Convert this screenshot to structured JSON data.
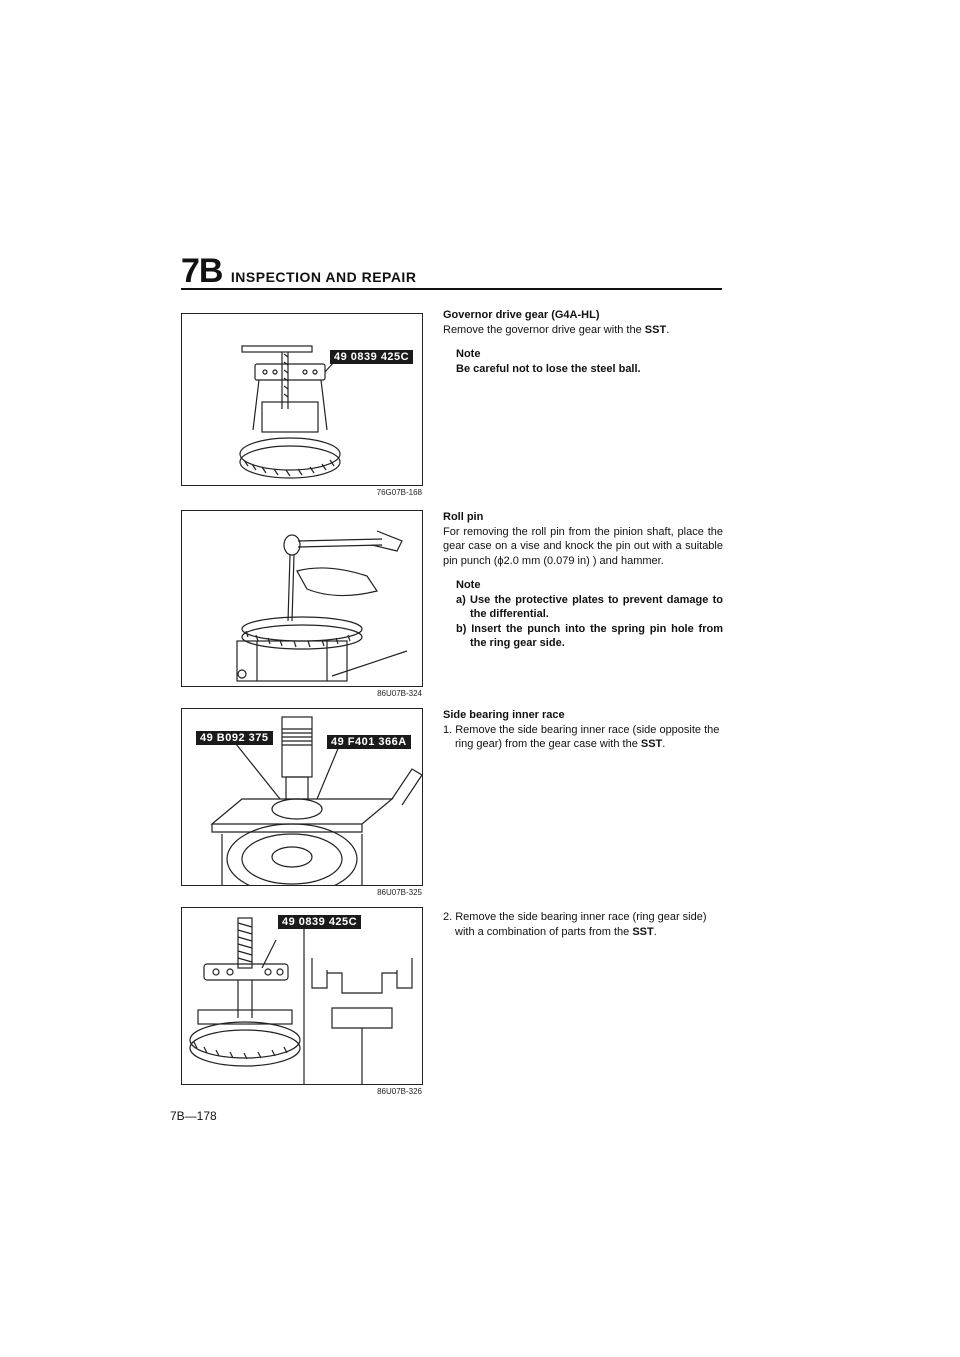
{
  "header": {
    "code": "7B",
    "title": "INSPECTION AND REPAIR"
  },
  "figures": [
    {
      "tags": [
        "49 0839 425C"
      ],
      "code": "76G07B-168"
    },
    {
      "tags": [],
      "code": "86U07B-324"
    },
    {
      "tags": [
        "49 B092 375",
        "49 F401 366A"
      ],
      "code": "86U07B-325"
    },
    {
      "tags": [
        "49 0839 425C"
      ],
      "code": "86U07B-326"
    }
  ],
  "sections": {
    "governor": {
      "heading": "Governor drive gear (G4A-HL)",
      "body": "Remove the governor drive gear with the",
      "body_bold": "SST",
      "body_end": ".",
      "note_label": "Note",
      "note_text": "Be careful not to lose the steel ball."
    },
    "roll_pin": {
      "heading": "Roll pin",
      "body": "For removing the roll pin from the pinion shaft, place the gear case on a vise and knock the pin out with a suitable pin punch (ϕ2.0 mm (0.079 in) ) and hammer.",
      "note_label": "Note",
      "note_a": "a) Use the protective plates to prevent damage to the differential.",
      "note_b": "b) Insert the punch into the spring pin hole from the ring gear side."
    },
    "side_bearing": {
      "heading": "Side bearing inner race",
      "step1": "1. Remove the side bearing inner race (side opposite the ring gear) from the gear case with the",
      "step1_bold": "SST",
      "step1_end": ".",
      "step2": "2. Remove the side bearing inner race (ring gear side) with a combination of parts from the",
      "step2_bold": "SST",
      "step2_end": "."
    }
  },
  "page_number": "7B—178"
}
